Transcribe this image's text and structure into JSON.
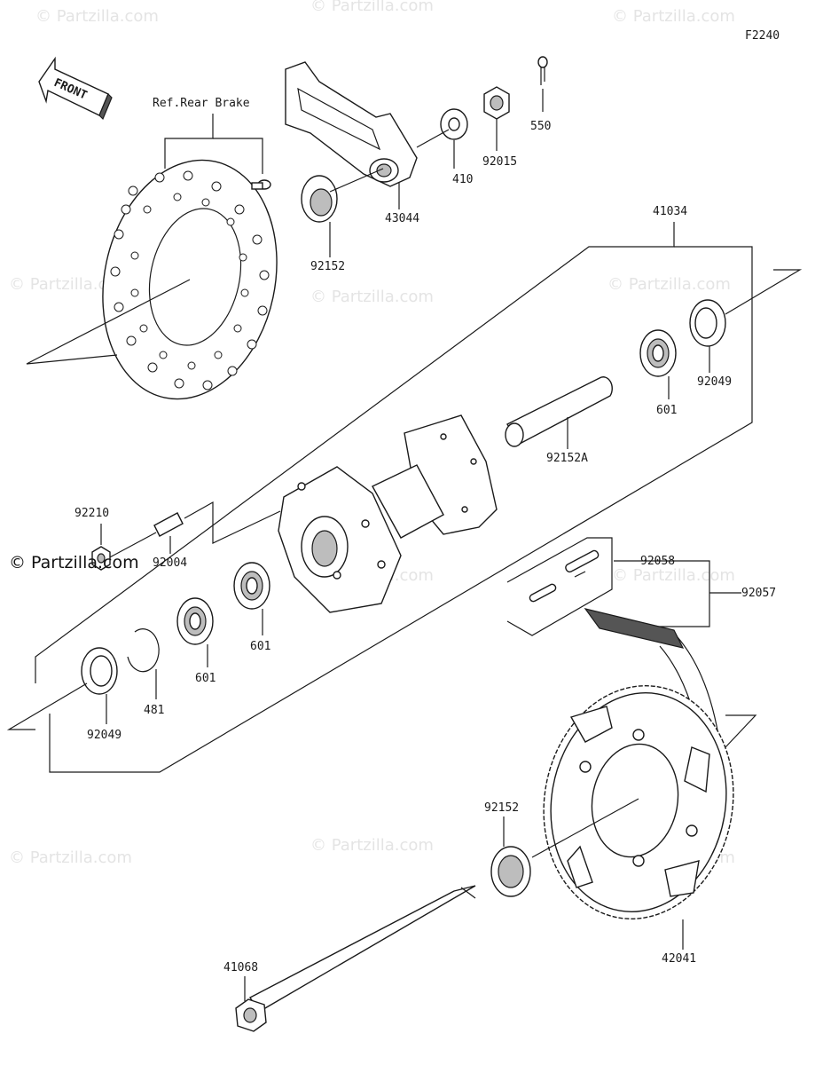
{
  "figure_code": "F2240",
  "front_label": "FRONT",
  "ref_label": "Ref.Rear Brake",
  "watermark_text": "© Partzilla.com",
  "parts": {
    "p550": "550",
    "p92015": "92015",
    "p410": "410",
    "p43044": "43044",
    "p92152_top": "92152",
    "p41034": "41034",
    "p92049_right": "92049",
    "p601_right": "601",
    "p92152A": "92152A",
    "p92210": "92210",
    "p92004": "92004",
    "p601_mid": "601",
    "p601_low": "601",
    "p481": "481",
    "p92049_left": "92049",
    "p92058": "92058",
    "p92057": "92057",
    "p92152_low": "92152",
    "p42041": "42041",
    "p41068": "41068"
  }
}
